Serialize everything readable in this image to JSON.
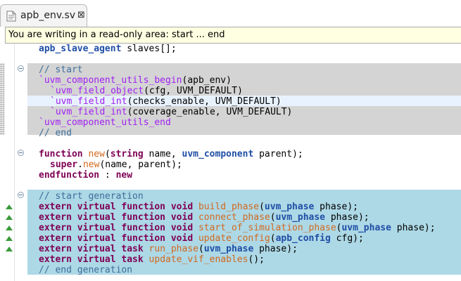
{
  "tab": {
    "title": "apb_env.sv",
    "close": "⊠",
    "icon": "file-icon"
  },
  "infobar": {
    "message": "You are writing in a read-only area: start ... end"
  },
  "colors": {
    "readonly_band": "#d4d4d4",
    "generated_band": "#add8e6",
    "keyword": "#7f0055",
    "type": "#1f4ea6",
    "macro": "#a020f0",
    "comment": "#3f6e9a",
    "function": "#d2691e"
  },
  "code": {
    "l1": {
      "a": "apb_slave_agent",
      "b": " slaves[];"
    },
    "l2": {
      "a": "// start"
    },
    "l3": {
      "a": "`uvm_component_utils_begin",
      "b": "(apb_env)"
    },
    "l4": {
      "a": "`uvm_field_object",
      "b": "(cfg, UVM_DEFAULT)"
    },
    "l5": {
      "a": "`uvm_field_int",
      "b": "(checks_enable, UVM_DEFAULT)"
    },
    "l6": {
      "a": "`uvm_field_int",
      "b": "(coverage_enable, UVM_DEFAULT)"
    },
    "l7": {
      "a": "`uvm_component_utils_end"
    },
    "l8": {
      "a": "// end"
    },
    "l9": {
      "a": "function",
      "b": " ",
      "c": "new",
      "d": "(",
      "e": "string",
      "f": " name, ",
      "g": "uvm_component",
      "h": " parent);"
    },
    "l10": {
      "a": "super",
      "b": ".",
      "c": "new",
      "d": "(name, parent);"
    },
    "l11": {
      "a": "endfunction",
      "b": " : ",
      "c": "new"
    },
    "l12": {
      "a": "// start generation"
    },
    "l13": {
      "a": "extern virtual function void",
      "b": " ",
      "c": "build_phase",
      "d": "(",
      "e": "uvm_phase",
      "f": " phase);"
    },
    "l14": {
      "a": "extern virtual function void",
      "b": " ",
      "c": "connect_phase",
      "d": "(",
      "e": "uvm_phase",
      "f": " phase);"
    },
    "l15": {
      "a": "extern virtual function void",
      "b": " ",
      "c": "start_of_simulation_phase",
      "d": "(",
      "e": "uvm_phase",
      "f": " phase);"
    },
    "l16": {
      "a": "extern virtual function void",
      "b": " ",
      "c": "update_config",
      "d": "(",
      "e": "apb_config",
      "f": " cfg);"
    },
    "l17": {
      "a": "extern virtual task",
      "b": " ",
      "c": "run_phase",
      "d": "(",
      "e": "uvm_phase",
      "f": " phase);"
    },
    "l18": {
      "a": "extern virtual task",
      "b": " ",
      "c": "update_vif_enables",
      "d": "();"
    },
    "l19": {
      "a": "// end generation"
    }
  }
}
